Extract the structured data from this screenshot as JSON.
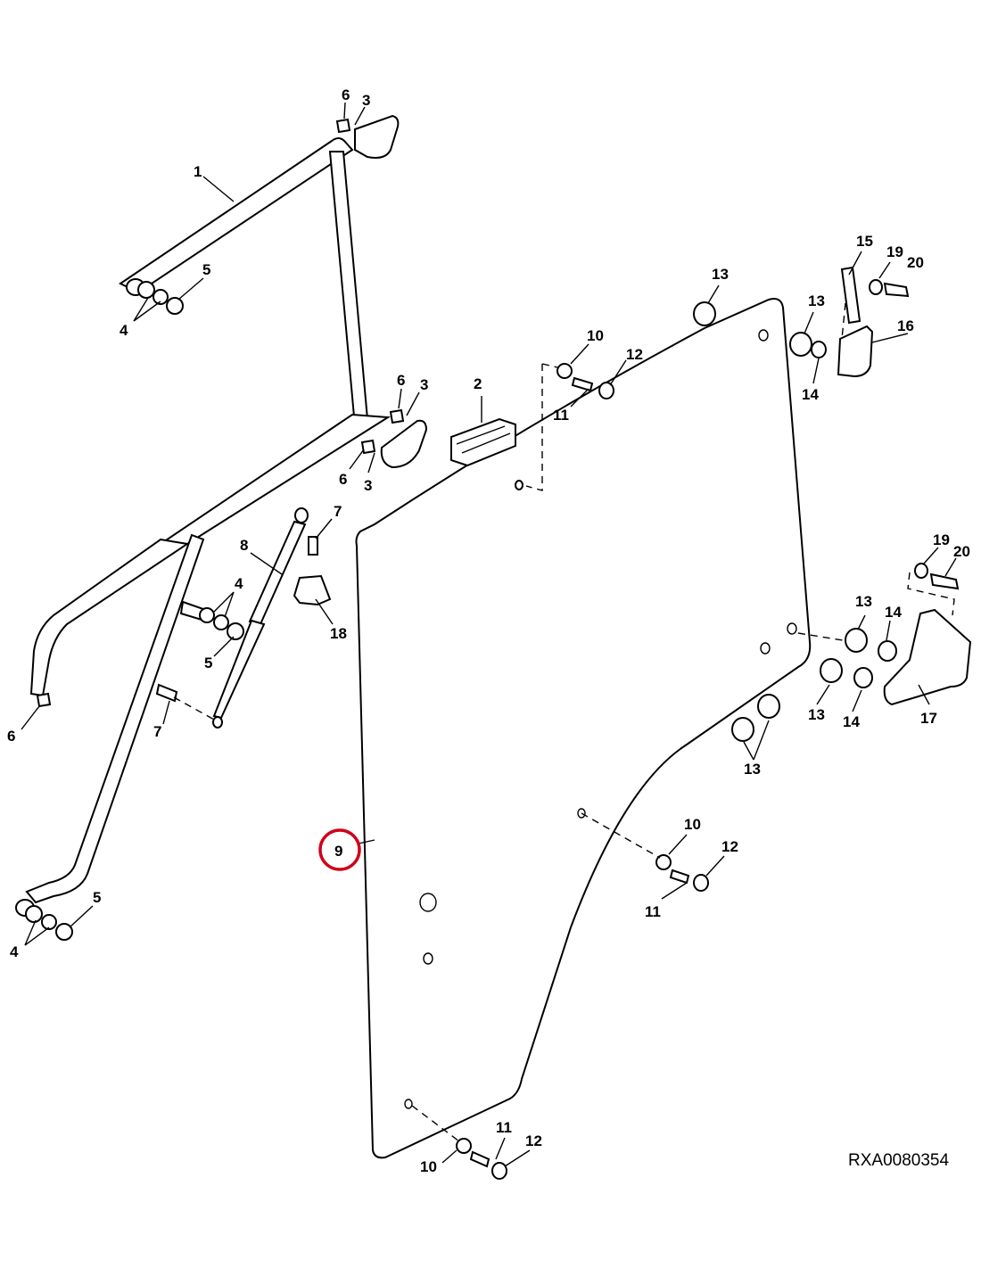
{
  "drawing_code": "RXA0080354",
  "highlight_color": "#d0021b",
  "callouts": [
    {
      "id": "c-6-top",
      "text": "6"
    },
    {
      "id": "c-3-top",
      "text": "3"
    },
    {
      "id": "c-1",
      "text": "1"
    },
    {
      "id": "c-5-upper",
      "text": "5"
    },
    {
      "id": "c-4-upper",
      "text": "4"
    },
    {
      "id": "c-6-mid",
      "text": "6"
    },
    {
      "id": "c-3-mid",
      "text": "3"
    },
    {
      "id": "c-6-low",
      "text": "6"
    },
    {
      "id": "c-3-low",
      "text": "3"
    },
    {
      "id": "c-2",
      "text": "2"
    },
    {
      "id": "c-10-top",
      "text": "10"
    },
    {
      "id": "c-12-top",
      "text": "12"
    },
    {
      "id": "c-11-top",
      "text": "11"
    },
    {
      "id": "c-13-top",
      "text": "13"
    },
    {
      "id": "c-13-top-right",
      "text": "13"
    },
    {
      "id": "c-14-top",
      "text": "14"
    },
    {
      "id": "c-15",
      "text": "15"
    },
    {
      "id": "c-19-top",
      "text": "19"
    },
    {
      "id": "c-20-top",
      "text": "20"
    },
    {
      "id": "c-16",
      "text": "16"
    },
    {
      "id": "c-7-top",
      "text": "7"
    },
    {
      "id": "c-8",
      "text": "8"
    },
    {
      "id": "c-18",
      "text": "18"
    },
    {
      "id": "c-4-mid",
      "text": "4"
    },
    {
      "id": "c-5-mid",
      "text": "5"
    },
    {
      "id": "c-6-left",
      "text": "6"
    },
    {
      "id": "c-7-low",
      "text": "7"
    },
    {
      "id": "c-19-right",
      "text": "19"
    },
    {
      "id": "c-20-right",
      "text": "20"
    },
    {
      "id": "c-13-right",
      "text": "13"
    },
    {
      "id": "c-14-right",
      "text": "14"
    },
    {
      "id": "c-13-lower",
      "text": "13"
    },
    {
      "id": "c-14-lower",
      "text": "14"
    },
    {
      "id": "c-17",
      "text": "17"
    },
    {
      "id": "c-13-bottom",
      "text": "13"
    },
    {
      "id": "c-9",
      "text": "9"
    },
    {
      "id": "c-10-mid",
      "text": "10"
    },
    {
      "id": "c-12-mid",
      "text": "12"
    },
    {
      "id": "c-11-mid",
      "text": "11"
    },
    {
      "id": "c-5-low",
      "text": "5"
    },
    {
      "id": "c-4-low",
      "text": "4"
    },
    {
      "id": "c-11-bottom",
      "text": "11"
    },
    {
      "id": "c-12-bottom",
      "text": "12"
    },
    {
      "id": "c-10-bottom",
      "text": "10"
    }
  ]
}
